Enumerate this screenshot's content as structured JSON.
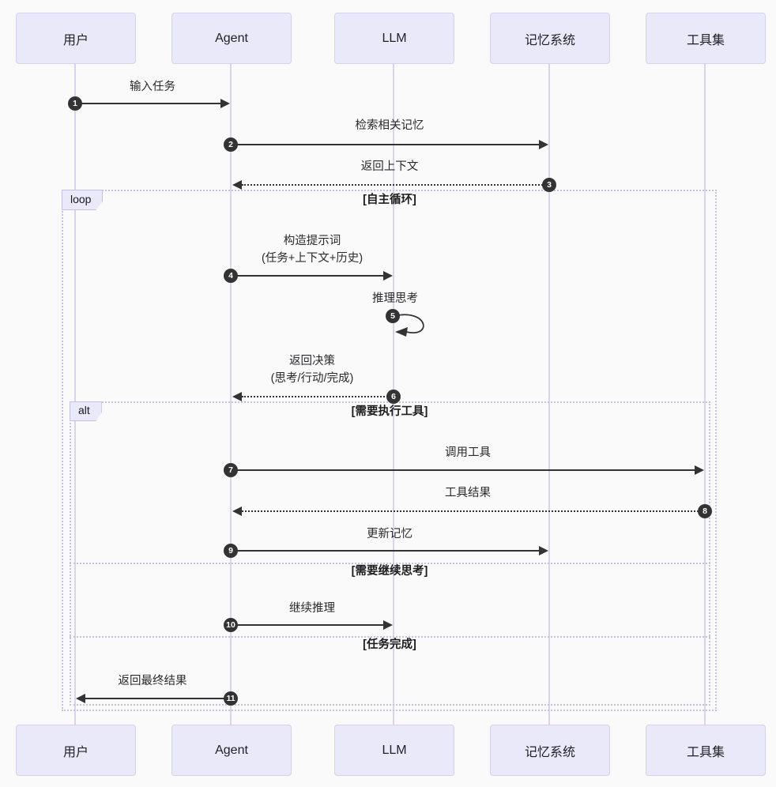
{
  "diagram": {
    "type": "sequence-diagram",
    "actors": [
      {
        "label": "用户"
      },
      {
        "label": "Agent"
      },
      {
        "label": "LLM"
      },
      {
        "label": "记忆系统"
      },
      {
        "label": "工具集"
      }
    ],
    "messages": [
      {
        "num": "1",
        "from": "用户",
        "to": "Agent",
        "style": "solid",
        "text": "输入任务"
      },
      {
        "num": "2",
        "from": "Agent",
        "to": "记忆系统",
        "style": "solid",
        "text": "检索相关记忆"
      },
      {
        "num": "3",
        "from": "记忆系统",
        "to": "Agent",
        "style": "dotted",
        "text": "返回上下文"
      },
      {
        "num": "4",
        "from": "Agent",
        "to": "LLM",
        "style": "solid",
        "text": "构造提示词",
        "text2": "(任务+上下文+历史)"
      },
      {
        "num": "5",
        "from": "LLM",
        "to": "LLM",
        "style": "self",
        "text": "推理思考"
      },
      {
        "num": "6",
        "from": "LLM",
        "to": "Agent",
        "style": "dotted",
        "text": "返回决策",
        "text2": "(思考/行动/完成)"
      },
      {
        "num": "7",
        "from": "Agent",
        "to": "工具集",
        "style": "solid",
        "text": "调用工具"
      },
      {
        "num": "8",
        "from": "工具集",
        "to": "Agent",
        "style": "dotted",
        "text": "工具结果"
      },
      {
        "num": "9",
        "from": "Agent",
        "to": "记忆系统",
        "style": "solid",
        "text": "更新记忆"
      },
      {
        "num": "10",
        "from": "Agent",
        "to": "LLM",
        "style": "solid",
        "text": "继续推理"
      },
      {
        "num": "11",
        "from": "Agent",
        "to": "用户",
        "style": "solid",
        "text": "返回最终结果"
      }
    ],
    "frames": {
      "loop": {
        "label": "loop",
        "condition": "[自主循环]"
      },
      "alt": {
        "label": "alt",
        "condition": "[需要执行工具]",
        "divider1": "[需要继续思考]",
        "divider2": "[任务完成]"
      }
    },
    "colors": {
      "background": "#fafafa",
      "actor_fill": "#e9e9fa",
      "actor_border": "#d6d2ee",
      "lifeline": "#d9d3ee",
      "frame_border": "#c7c0e6",
      "arrow": "#333333",
      "badge_fill": "#333333",
      "badge_text": "#ffffff"
    }
  }
}
